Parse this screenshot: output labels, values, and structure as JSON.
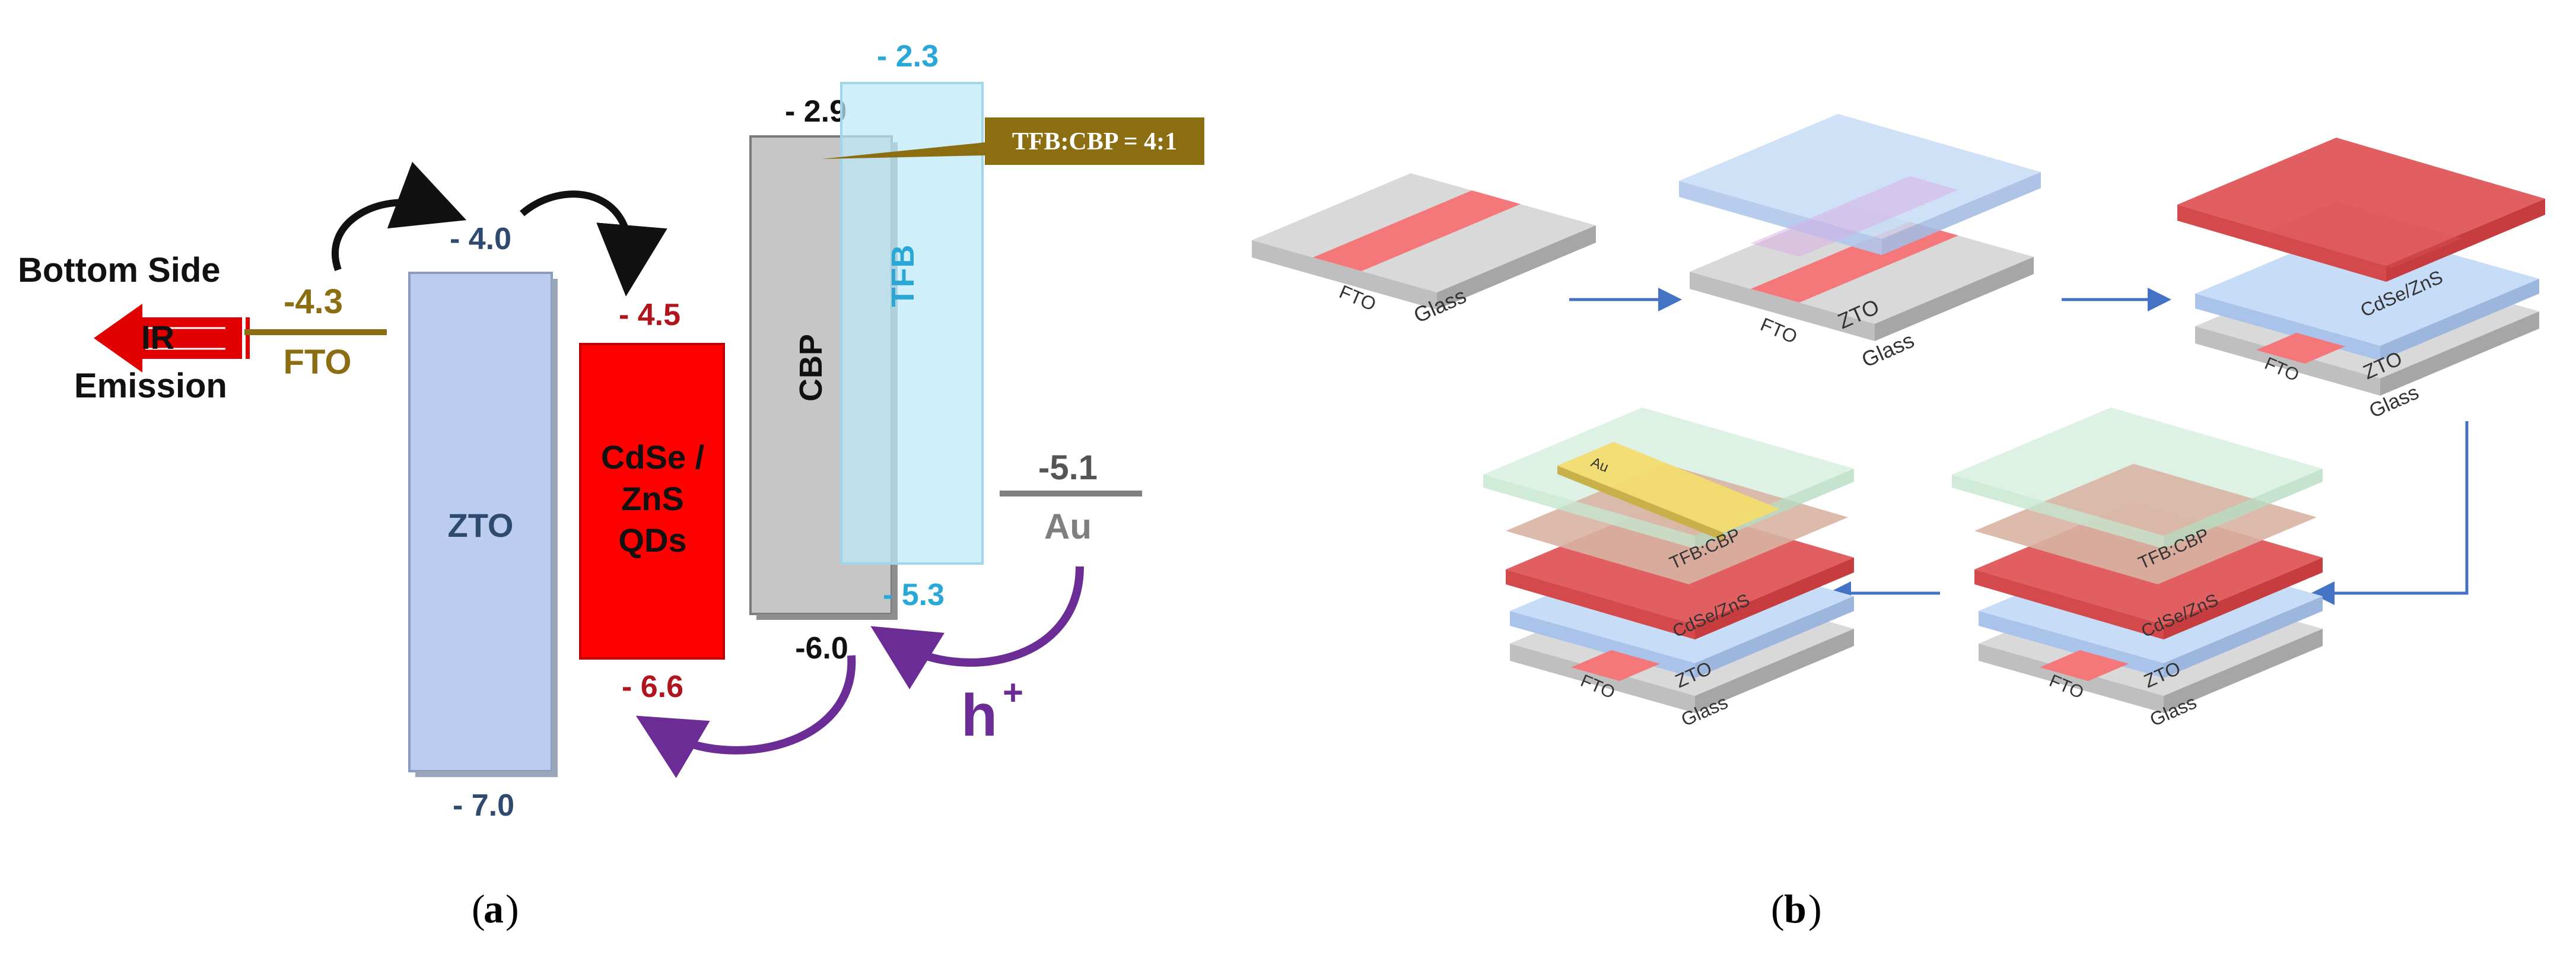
{
  "panel_a": {
    "bottom_side": "Bottom Side",
    "ir": "IR",
    "emission": "Emission",
    "fto_value": "-4.3",
    "fto_label": "FTO",
    "zto_label": "ZTO",
    "zto_top": "- 4.0",
    "zto_bottom": "- 7.0",
    "qd_label_1": "CdSe /",
    "qd_label_2": "ZnS",
    "qd_label_3": "QDs",
    "qd_top": "- 4.5",
    "qd_bottom": "- 6.6",
    "cbp_label": "CBP",
    "cbp_top": "- 2.9",
    "cbp_bottom": "-6.0",
    "tfb_label": "TFB",
    "tfb_top": "- 2.3",
    "tfb_bottom": "- 5.3",
    "ratio_label": "TFB:CBP = 4:1",
    "au_value": "-5.1",
    "au_label": "Au",
    "hole": "h",
    "hole_sup": "+",
    "caption": "a"
  },
  "panel_b": {
    "step1": {
      "glass": "Glass",
      "fto": "FTO"
    },
    "step2": {
      "glass": "Glass",
      "fto": "FTO",
      "zto": "ZTO"
    },
    "step3": {
      "glass": "Glass",
      "fto": "FTO",
      "zto": "ZTO",
      "qd": "CdSe/ZnS"
    },
    "step4": {
      "glass": "Glass",
      "fto": "FTO",
      "zto": "ZTO",
      "qd": "CdSe/ZnS",
      "htl": "TFB:CBP"
    },
    "step5": {
      "glass": "Glass",
      "fto": "FTO",
      "zto": "ZTO",
      "qd": "CdSe/ZnS",
      "htl": "TFB:CBP",
      "au": "Au"
    },
    "caption": "b"
  },
  "colors": {
    "zto": "#bccdf0",
    "qd": "#ff0000",
    "cbp": "#c6c6c6",
    "tfb": "#bdeaf8",
    "fto_gold": "#8b6d12",
    "zto_text": "#2e4a6e",
    "qd_text": "#b0141c",
    "tfb_text": "#29a8d8",
    "purple": "#6b2d95",
    "arrow_blue": "#4472c4"
  }
}
